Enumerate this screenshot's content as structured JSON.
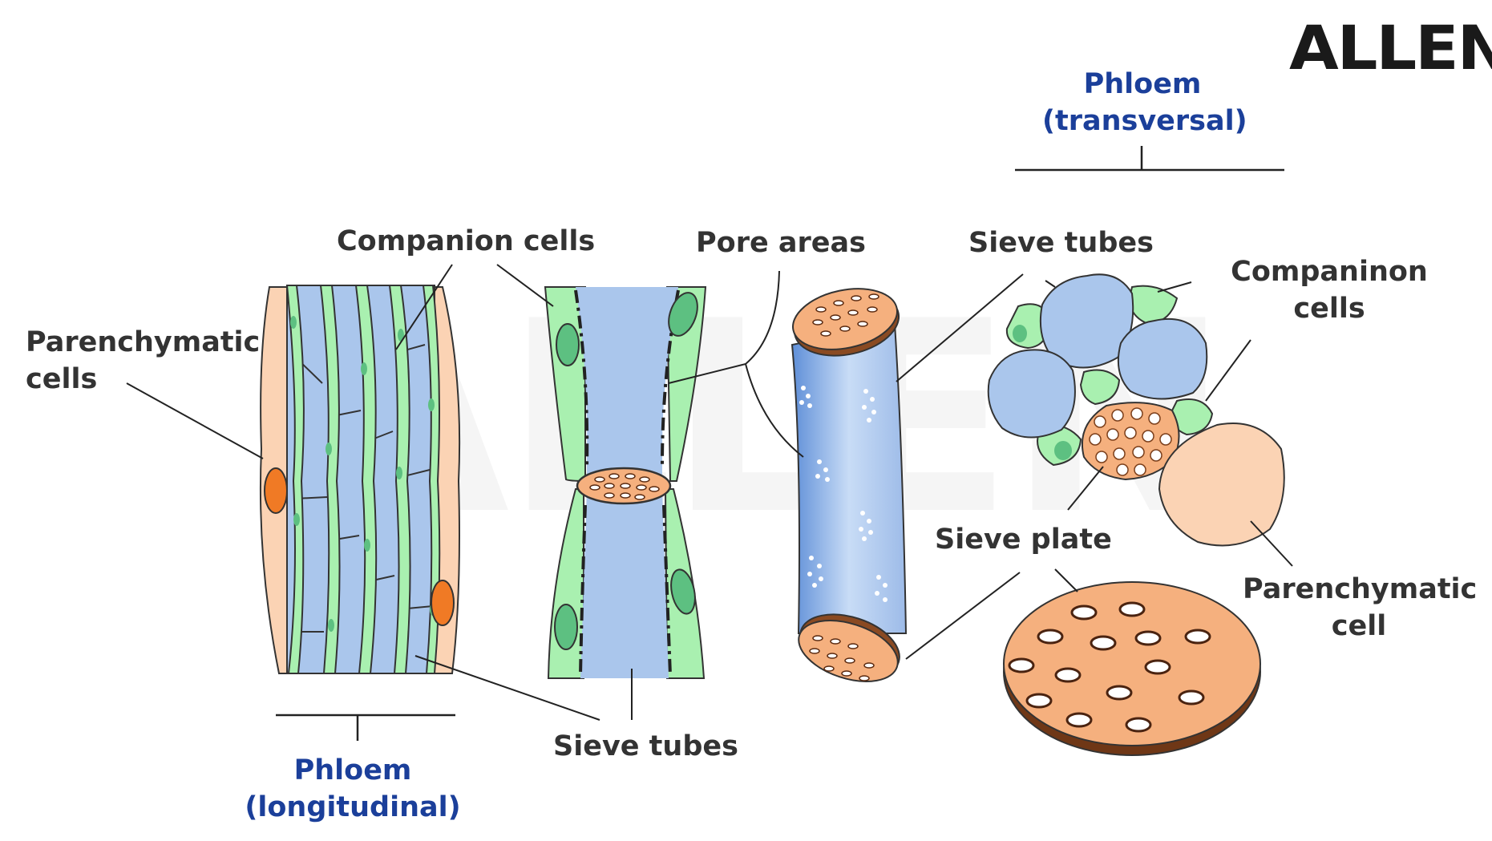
{
  "brand": {
    "logo_text": "ALLEN",
    "watermark_text": "ALLEN"
  },
  "labels": {
    "phloem_transversal": [
      "Phloem",
      "(transversal)"
    ],
    "phloem_longitudinal": [
      "Phloem",
      "(longitudinal)"
    ],
    "companion_cells": "Companion cells",
    "pore_areas": "Pore areas",
    "sieve_tubes_top": "Sieve tubes",
    "companion_cells_right": [
      "Companinon",
      "cells"
    ],
    "parenchymatic_cells": [
      "Parenchymatic",
      "cells"
    ],
    "sieve_plate": "Sieve plate",
    "parenchymatic_cell": [
      "Parenchymatic",
      "cell"
    ],
    "sieve_tubes_bottom": "Sieve tubes"
  },
  "colors": {
    "sieve_blue": "#aac6ec",
    "companion_green": "#a9f0b0",
    "nucleus_green": "#5dc081",
    "parenchyma_peach": "#fbd3b4",
    "nucleus_orange": "#f07a25",
    "plate_orange": "#f5b07e",
    "plate_rim": "#7a3e1a",
    "title_blue": "#1b3f9a",
    "label_text": "#333333"
  }
}
